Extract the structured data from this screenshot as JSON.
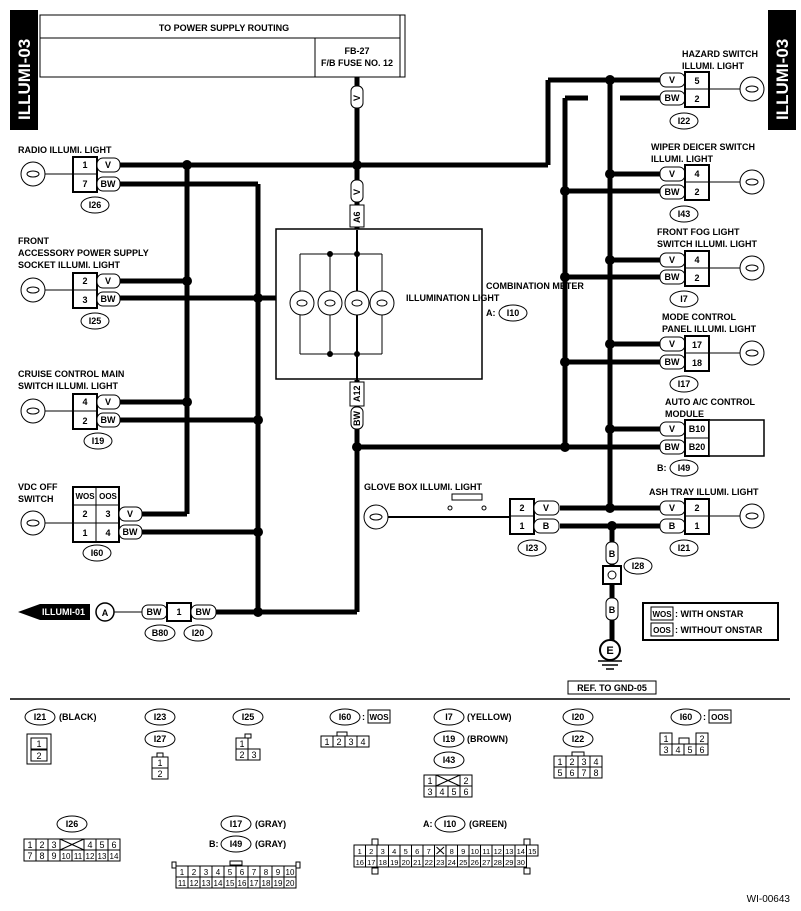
{
  "page": {
    "side_tab": "ILLUMI-03",
    "figure_id": "WI-00643"
  },
  "power": {
    "title": "TO POWER SUPPLY ROUTING",
    "fuse_label": "FB-27",
    "fuse_name": "F/B FUSE NO. 12",
    "wire": "V"
  },
  "meter": {
    "label": "ILLUMINATION LIGHT",
    "name": "COMBINATION METER",
    "conn_prefix": "A:",
    "conn": "I10",
    "pin_top": "A6",
    "pin_bottom": "A12",
    "wire_top": "V",
    "wire_bottom": "BW"
  },
  "left": [
    {
      "label": "RADIO ILLUMI. LIGHT",
      "pins": [
        "1",
        "7"
      ],
      "wires": [
        "V",
        "BW"
      ],
      "conn": "I26"
    },
    {
      "label": "FRONT",
      "label2": "ACCESSORY POWER SUPPLY",
      "label3": "SOCKET ILLUMI. LIGHT",
      "pins": [
        "2",
        "3"
      ],
      "wires": [
        "V",
        "BW"
      ],
      "conn": "I25"
    },
    {
      "label": "CRUISE CONTROL MAIN",
      "label2": "SWITCH ILLUMI. LIGHT",
      "pins": [
        "4",
        "2"
      ],
      "wires": [
        "V",
        "BW"
      ],
      "conn": "I19"
    },
    {
      "label": "VDC OFF",
      "label2": "SWITCH",
      "head": [
        "WOS",
        "OOS"
      ],
      "row1": [
        "2",
        "3"
      ],
      "row2": [
        "1",
        "4"
      ],
      "wires": [
        "V",
        "BW"
      ],
      "conn": "I60"
    }
  ],
  "right": [
    {
      "label": "HAZARD SWITCH",
      "label2": "ILLUMI. LIGHT",
      "pins": [
        "5",
        "2"
      ],
      "wires": [
        "V",
        "BW"
      ],
      "conn": "I22"
    },
    {
      "label": "WIPER DEICER SWITCH",
      "label2": "ILLUMI. LIGHT",
      "pins": [
        "4",
        "2"
      ],
      "wires": [
        "V",
        "BW"
      ],
      "conn": "I43"
    },
    {
      "label": "FRONT FOG LIGHT",
      "label2": "SWITCH ILLUMI. LIGHT",
      "pins": [
        "4",
        "2"
      ],
      "wires": [
        "V",
        "BW"
      ],
      "conn": "I7"
    },
    {
      "label": "MODE CONTROL",
      "label2": "PANEL ILLUMI. LIGHT",
      "pins": [
        "17",
        "18"
      ],
      "wires": [
        "V",
        "BW"
      ],
      "conn": "I17"
    },
    {
      "label": "AUTO A/C CONTROL",
      "label2": "MODULE",
      "pins": [
        "B10",
        "B20"
      ],
      "wires": [
        "V",
        "BW"
      ],
      "conn_prefix": "B:",
      "conn": "I49"
    },
    {
      "label": "ASH TRAY ILLUMI. LIGHT",
      "pins": [
        "2",
        "1"
      ],
      "wires": [
        "V",
        "B"
      ],
      "conn": "I21"
    }
  ],
  "glove": {
    "label": "GLOVE BOX ILLUMI. LIGHT",
    "pins": [
      "2",
      "1"
    ],
    "wires": [
      "V",
      "B"
    ],
    "conn": "I23"
  },
  "ground": {
    "conn": "I28",
    "wire": "B",
    "symbol": "E",
    "ref": "REF. TO GND-05"
  },
  "illumi01": {
    "label": "ILLUMI-01",
    "point": "A",
    "wire_left": "BW",
    "pin": "1",
    "wire_right": "BW",
    "conn1": "B80",
    "conn2": "I20"
  },
  "legend": {
    "wos": "WOS",
    "wos_text": ": WITH ONSTAR",
    "oos": "OOS",
    "oos_text": ": WITHOUT ONSTAR"
  },
  "connectors": {
    "i21": {
      "label": "I21",
      "color": "(BLACK)",
      "pins": [
        "1",
        "2"
      ]
    },
    "i23": {
      "label": "I23",
      "label2": "I27",
      "pins": [
        "1",
        "2"
      ]
    },
    "i25": {
      "label": "I25",
      "pins": [
        "1",
        "2",
        "3"
      ]
    },
    "i60a": {
      "label": "I60",
      "tag": "WOS",
      "pins": [
        "1",
        "2",
        "3",
        "4"
      ]
    },
    "i7": {
      "label": "I7",
      "color": "(YELLOW)",
      "label2": "I19",
      "color2": "(BROWN)",
      "label3": "I43",
      "pins": [
        "1",
        "2",
        "3",
        "4",
        "5",
        "6"
      ]
    },
    "i20": {
      "label": "I20",
      "label2": "I22",
      "pins": [
        "1",
        "2",
        "3",
        "4",
        "5",
        "6",
        "7",
        "8"
      ]
    },
    "i60b": {
      "label": "I60",
      "tag": "OOS",
      "pins": [
        "1",
        "2",
        "3",
        "4",
        "5",
        "6"
      ]
    },
    "i26": {
      "label": "I26",
      "pins": [
        "1",
        "2",
        "3",
        "4",
        "5",
        "6",
        "7",
        "8",
        "9",
        "10",
        "11",
        "12",
        "13",
        "14"
      ]
    },
    "i17": {
      "label": "I17",
      "color": "(GRAY)",
      "prefix": "B:",
      "label2": "I49",
      "color2": "(GRAY)",
      "pins": [
        "1",
        "2",
        "3",
        "4",
        "5",
        "6",
        "7",
        "8",
        "9",
        "10",
        "11",
        "12",
        "13",
        "14",
        "15",
        "16",
        "17",
        "18",
        "19",
        "20"
      ]
    },
    "i10": {
      "prefix": "A:",
      "label": "I10",
      "color": "(GREEN)",
      "pins": [
        "1",
        "2",
        "3",
        "4",
        "5",
        "6",
        "7",
        "8",
        "9",
        "10",
        "11",
        "12",
        "13",
        "14",
        "15",
        "16",
        "17",
        "18",
        "19",
        "20",
        "21",
        "22",
        "23",
        "24",
        "25",
        "26",
        "27",
        "28",
        "29",
        "30"
      ]
    }
  }
}
